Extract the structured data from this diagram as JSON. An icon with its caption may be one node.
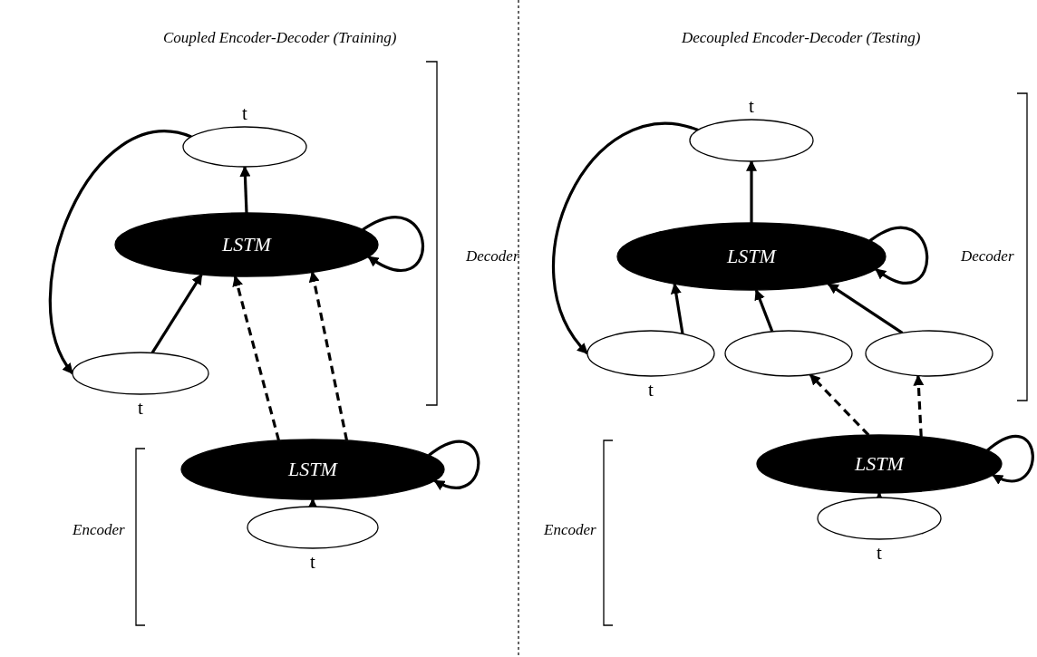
{
  "diagram": {
    "nodes": [
      {
        "text": [
          "t"
        ]
      },
      {
        "text": [
          "LSTM"
        ]
      },
      {
        "text": [
          "t"
        ]
      },
      {
        "text": [
          "LSTM"
        ]
      },
      {
        "text": [
          "t"
        ]
      },
      {
        "text": [
          "t"
        ]
      },
      {
        "text": [
          "LSTM"
        ]
      },
      {
        "text": [
          "t"
        ]
      },
      {
        "text": [],
        "shape": "ellipse"
      },
      {
        "text": [],
        "shape": "ellipse"
      },
      {
        "text": [
          "LSTM"
        ]
      },
      {
        "text": [
          "t"
        ]
      }
    ],
    "edges": [
      {
        "from": 1,
        "to": 0,
        "arrow": "to"
      },
      {
        "from": 2,
        "to": 1,
        "arrow": "to"
      },
      {
        "from": 3,
        "to": 1,
        "arrow": "to",
        "style": "dashed"
      },
      {
        "from": 3,
        "to": 1,
        "arrow": "to",
        "style": "dashed"
      },
      {
        "from": 4,
        "to": 3,
        "arrow": "to"
      },
      {
        "from": 1,
        "to": 1,
        "arrow": "to"
      },
      {
        "from": 3,
        "to": 3,
        "arrow": "to"
      },
      {
        "from": 0,
        "to": 2,
        "arrow": "to"
      },
      {
        "from": 6,
        "to": 5,
        "arrow": "to"
      },
      {
        "from": 7,
        "to": 6,
        "arrow": "to"
      },
      {
        "from": 8,
        "to": 6,
        "arrow": "to"
      },
      {
        "from": 9,
        "to": 6,
        "arrow": "to"
      },
      {
        "from": 10,
        "to": 8,
        "arrow": "to",
        "style": "dashed"
      },
      {
        "from": 10,
        "to": 9,
        "arrow": "to",
        "style": "dashed"
      },
      {
        "from": 11,
        "to": 10,
        "arrow": "to"
      },
      {
        "from": 6,
        "to": 6,
        "arrow": "to"
      },
      {
        "from": 10,
        "to": 10,
        "arrow": "to"
      },
      {
        "from": 5,
        "to": 7,
        "arrow": "to"
      }
    ],
    "labels": [
      "Coupled Encoder-Decoder (Training)",
      "Decoder",
      "Encoder",
      "Decoupled Encoder-Decoder (Testing)",
      "Decoder",
      "Encoder"
    ]
  }
}
